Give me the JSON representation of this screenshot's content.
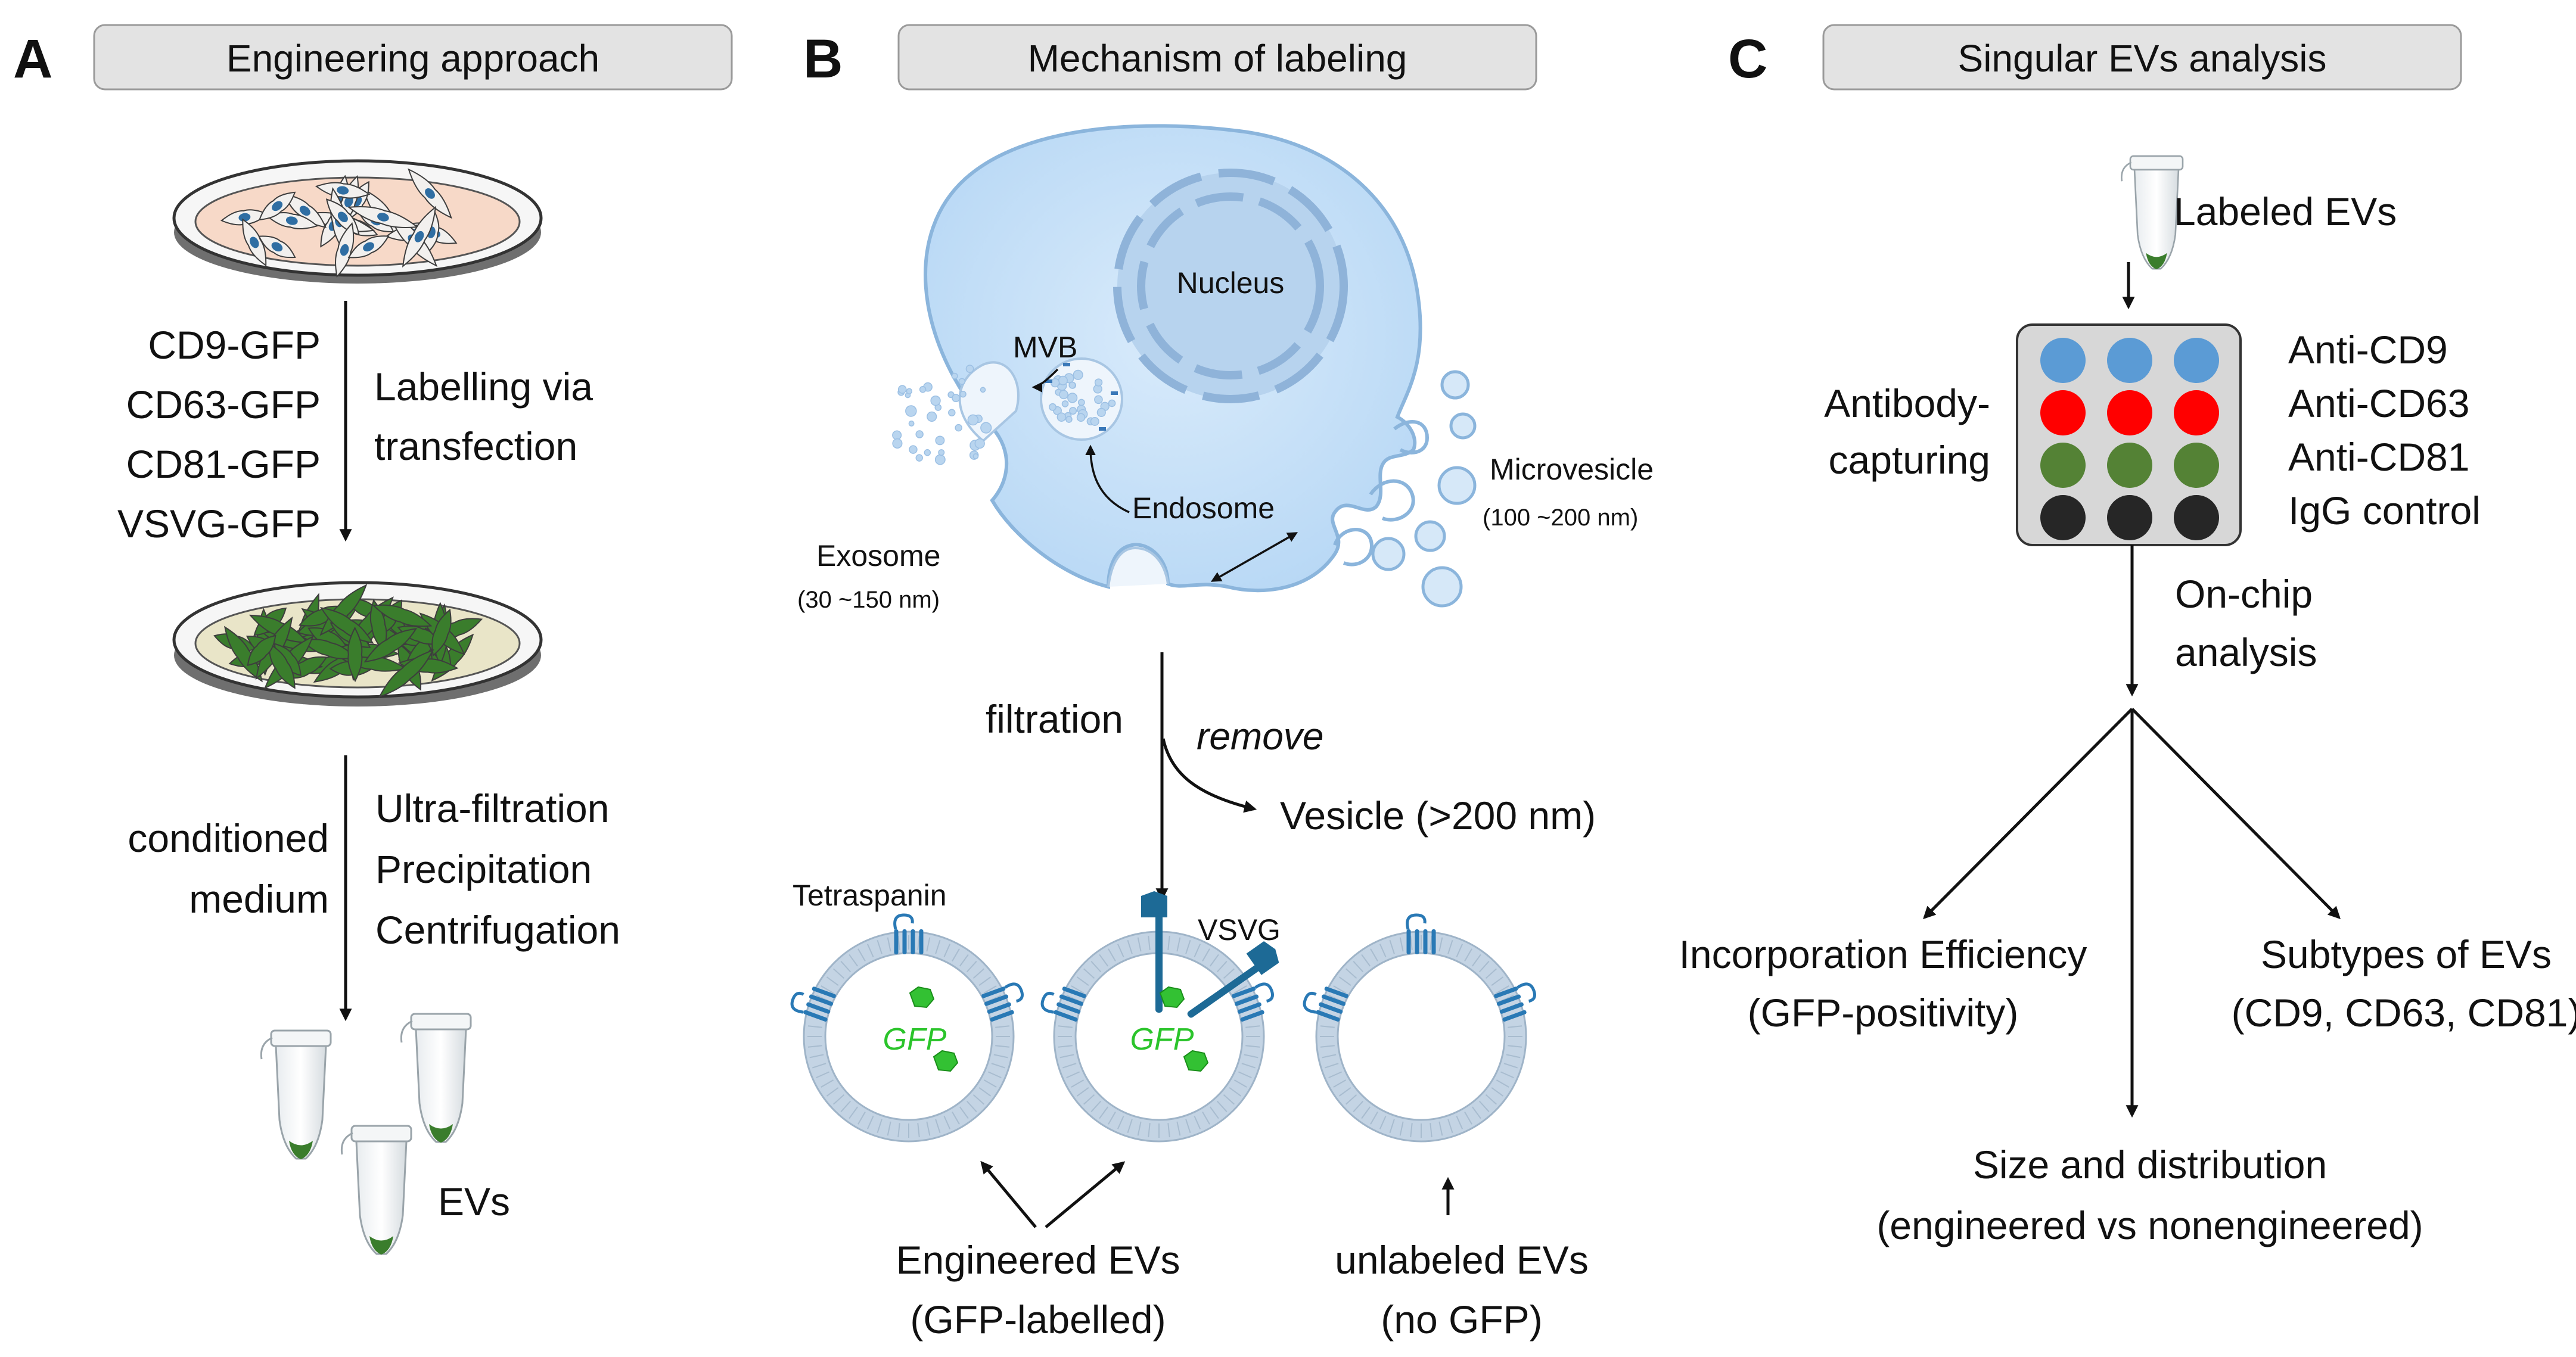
{
  "panels": [
    {
      "letter": "A",
      "header": "Engineering approach"
    },
    {
      "letter": "B",
      "header": "Mechanism of labeling"
    },
    {
      "letter": "C",
      "header": "Singular EVs analysis"
    }
  ],
  "engineering": {
    "constructs": [
      "CD9-GFP",
      "CD63-GFP",
      "CD81-GFP",
      "VSVG-GFP"
    ],
    "labelling": [
      "Labelling via",
      "transfection"
    ],
    "medium": [
      "conditioned",
      "medium"
    ],
    "methods": [
      "Ultra-filtration",
      "Precipitation",
      "Centrifugation"
    ],
    "evs": "EVs"
  },
  "mechanism": {
    "nucleus": "Nucleus",
    "mvb": "MVB",
    "endosome": "Endosome",
    "exosome": "Exosome",
    "exosome_size": "(30 ~150 nm)",
    "microvesicle": "Microvesicle",
    "microvesicle_size": "(100 ~200 nm)",
    "filtration": "filtration",
    "remove": "remove",
    "vesicle": "Vesicle (>200 nm)",
    "tetraspanin": "Tetraspanin",
    "vsvg": "VSVG",
    "gfp": "GFP",
    "engineered": [
      "Engineered EVs",
      "(GFP-labelled)"
    ],
    "unlabeled": [
      "unlabeled EVs",
      "(no GFP)"
    ]
  },
  "analysis": {
    "labeled": "Labeled EVs",
    "capturing": [
      "Antibody-",
      "capturing"
    ],
    "antibodies": [
      {
        "label": "Anti-CD9",
        "color": "#5b9bd5"
      },
      {
        "label": "Anti-CD63",
        "color": "#ff0000"
      },
      {
        "label": "Anti-CD81",
        "color": "#548235"
      },
      {
        "label": "IgG control",
        "color": "#262626"
      }
    ],
    "onchip": [
      "On-chip",
      "analysis"
    ],
    "incorporation": [
      "Incorporation Efficiency",
      "(GFP-positivity)"
    ],
    "subtypes": [
      "Subtypes of EVs",
      "(CD9, CD63, CD81)"
    ],
    "size": [
      "Size and distribution",
      "(engineered vs nonengineered)"
    ]
  }
}
